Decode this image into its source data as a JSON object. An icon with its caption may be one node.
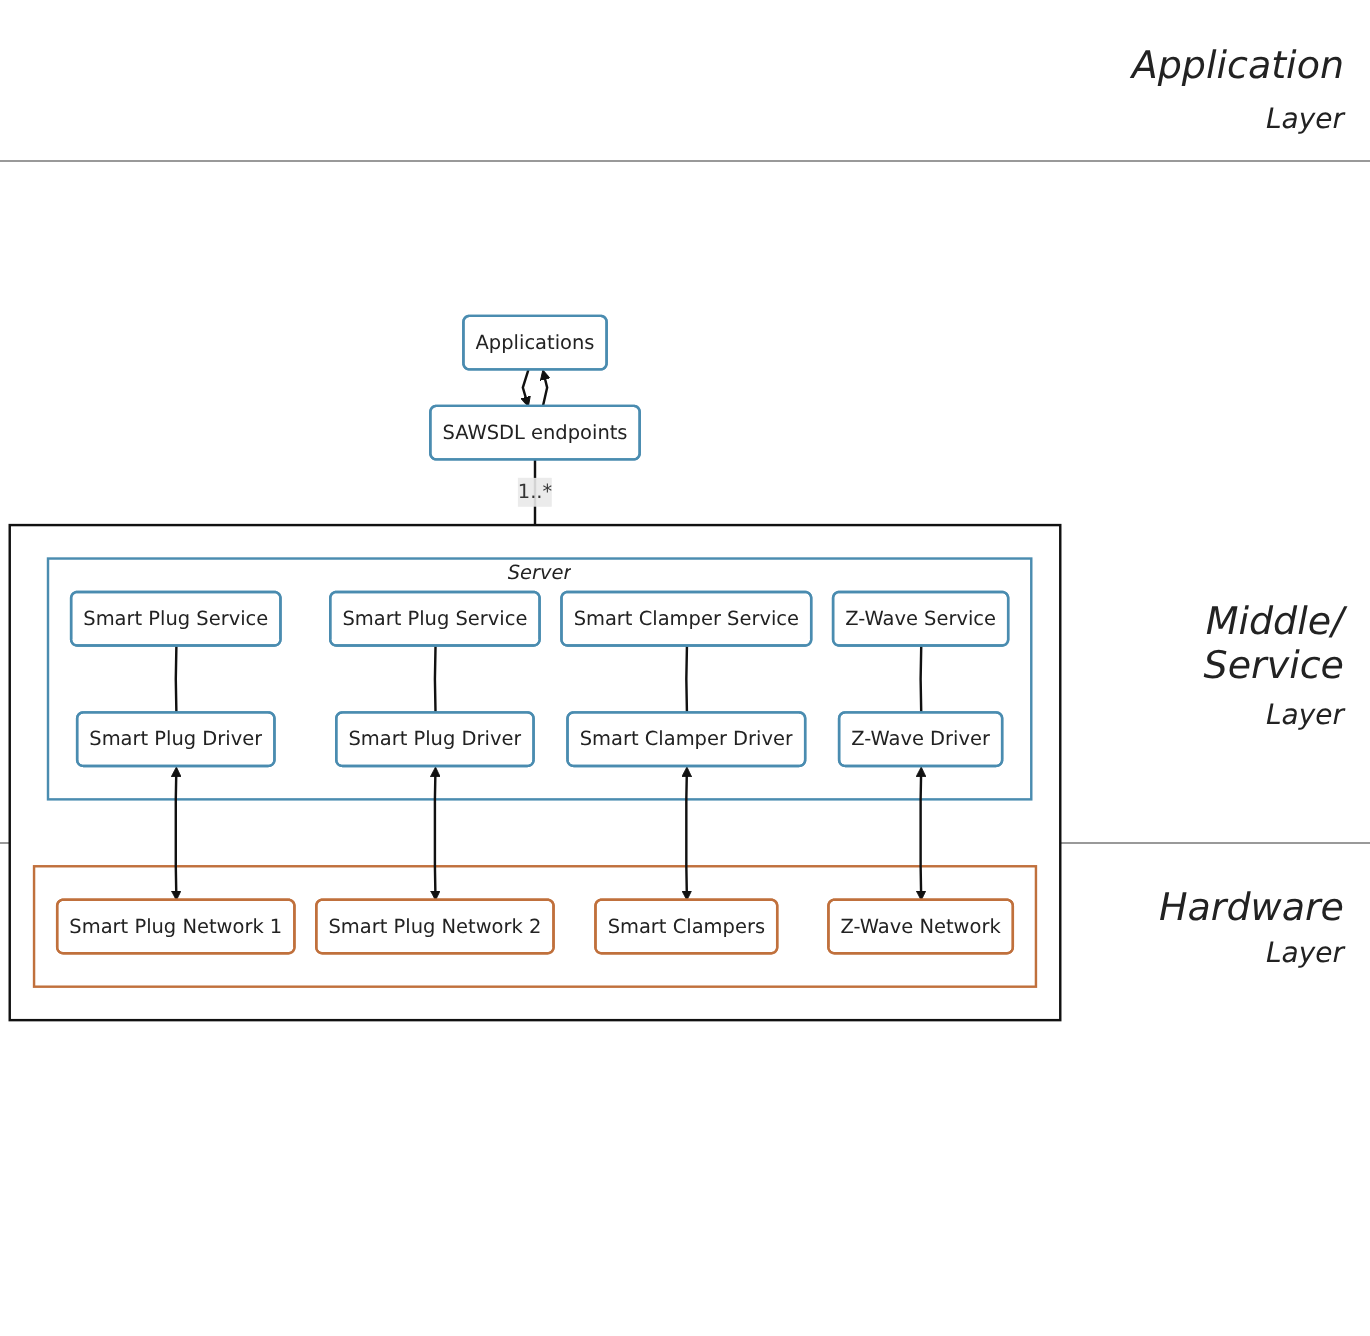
{
  "diagram": {
    "nodes": [
      {
        "text": [
          "Applications"
        ]
      },
      {
        "text": [
          "SAWSDL endpoints"
        ]
      },
      {
        "text": [],
        "shape": "box"
      },
      {
        "text": [
          "Server"
        ],
        "in": 2
      },
      {
        "text": [
          "Smart Plug Service"
        ],
        "in": 3
      },
      {
        "text": [
          "Smart Plug Service"
        ],
        "in": 3
      },
      {
        "text": [
          "Smart Clamper Service"
        ],
        "in": 3
      },
      {
        "text": [
          "Z-Wave Service"
        ],
        "in": 3
      },
      {
        "text": [
          "Smart Plug Driver"
        ],
        "in": 3
      },
      {
        "text": [
          "Smart Plug Driver"
        ],
        "in": 3
      },
      {
        "text": [
          "Smart Clamper Driver"
        ],
        "in": 3
      },
      {
        "text": [
          "Z-Wave Driver"
        ],
        "in": 3
      },
      {
        "text": [],
        "shape": "box",
        "in": 2
      },
      {
        "text": [
          "Smart Plug Network 1"
        ],
        "in": 12
      },
      {
        "text": [
          "Smart Plug Network 2"
        ],
        "in": 12
      },
      {
        "text": [
          "Smart Clampers"
        ],
        "in": 12
      },
      {
        "text": [
          "Z-Wave Network"
        ],
        "in": 12
      }
    ],
    "edges": [
      {
        "from": 0,
        "to": 1,
        "arrow": "to"
      },
      {
        "from": 1,
        "to": 0,
        "arrow": "to"
      },
      {
        "from": 1,
        "to": 2,
        "arrow": "none",
        "label": "1..*"
      },
      {
        "from": 4,
        "to": 8,
        "arrow": "none"
      },
      {
        "from": 5,
        "to": 9,
        "arrow": "none"
      },
      {
        "from": 6,
        "to": 10,
        "arrow": "none"
      },
      {
        "from": 7,
        "to": 11,
        "arrow": "none"
      },
      {
        "from": 8,
        "to": 13,
        "arrow": "both"
      },
      {
        "from": 9,
        "to": 14,
        "arrow": "both"
      },
      {
        "from": 10,
        "to": 15,
        "arrow": "both"
      },
      {
        "from": 11,
        "to": 16,
        "arrow": "both"
      }
    ],
    "labels": [
      "Application",
      "Layer",
      "Middle/ Service",
      "Layer",
      "Hardware",
      "Layer"
    ]
  }
}
